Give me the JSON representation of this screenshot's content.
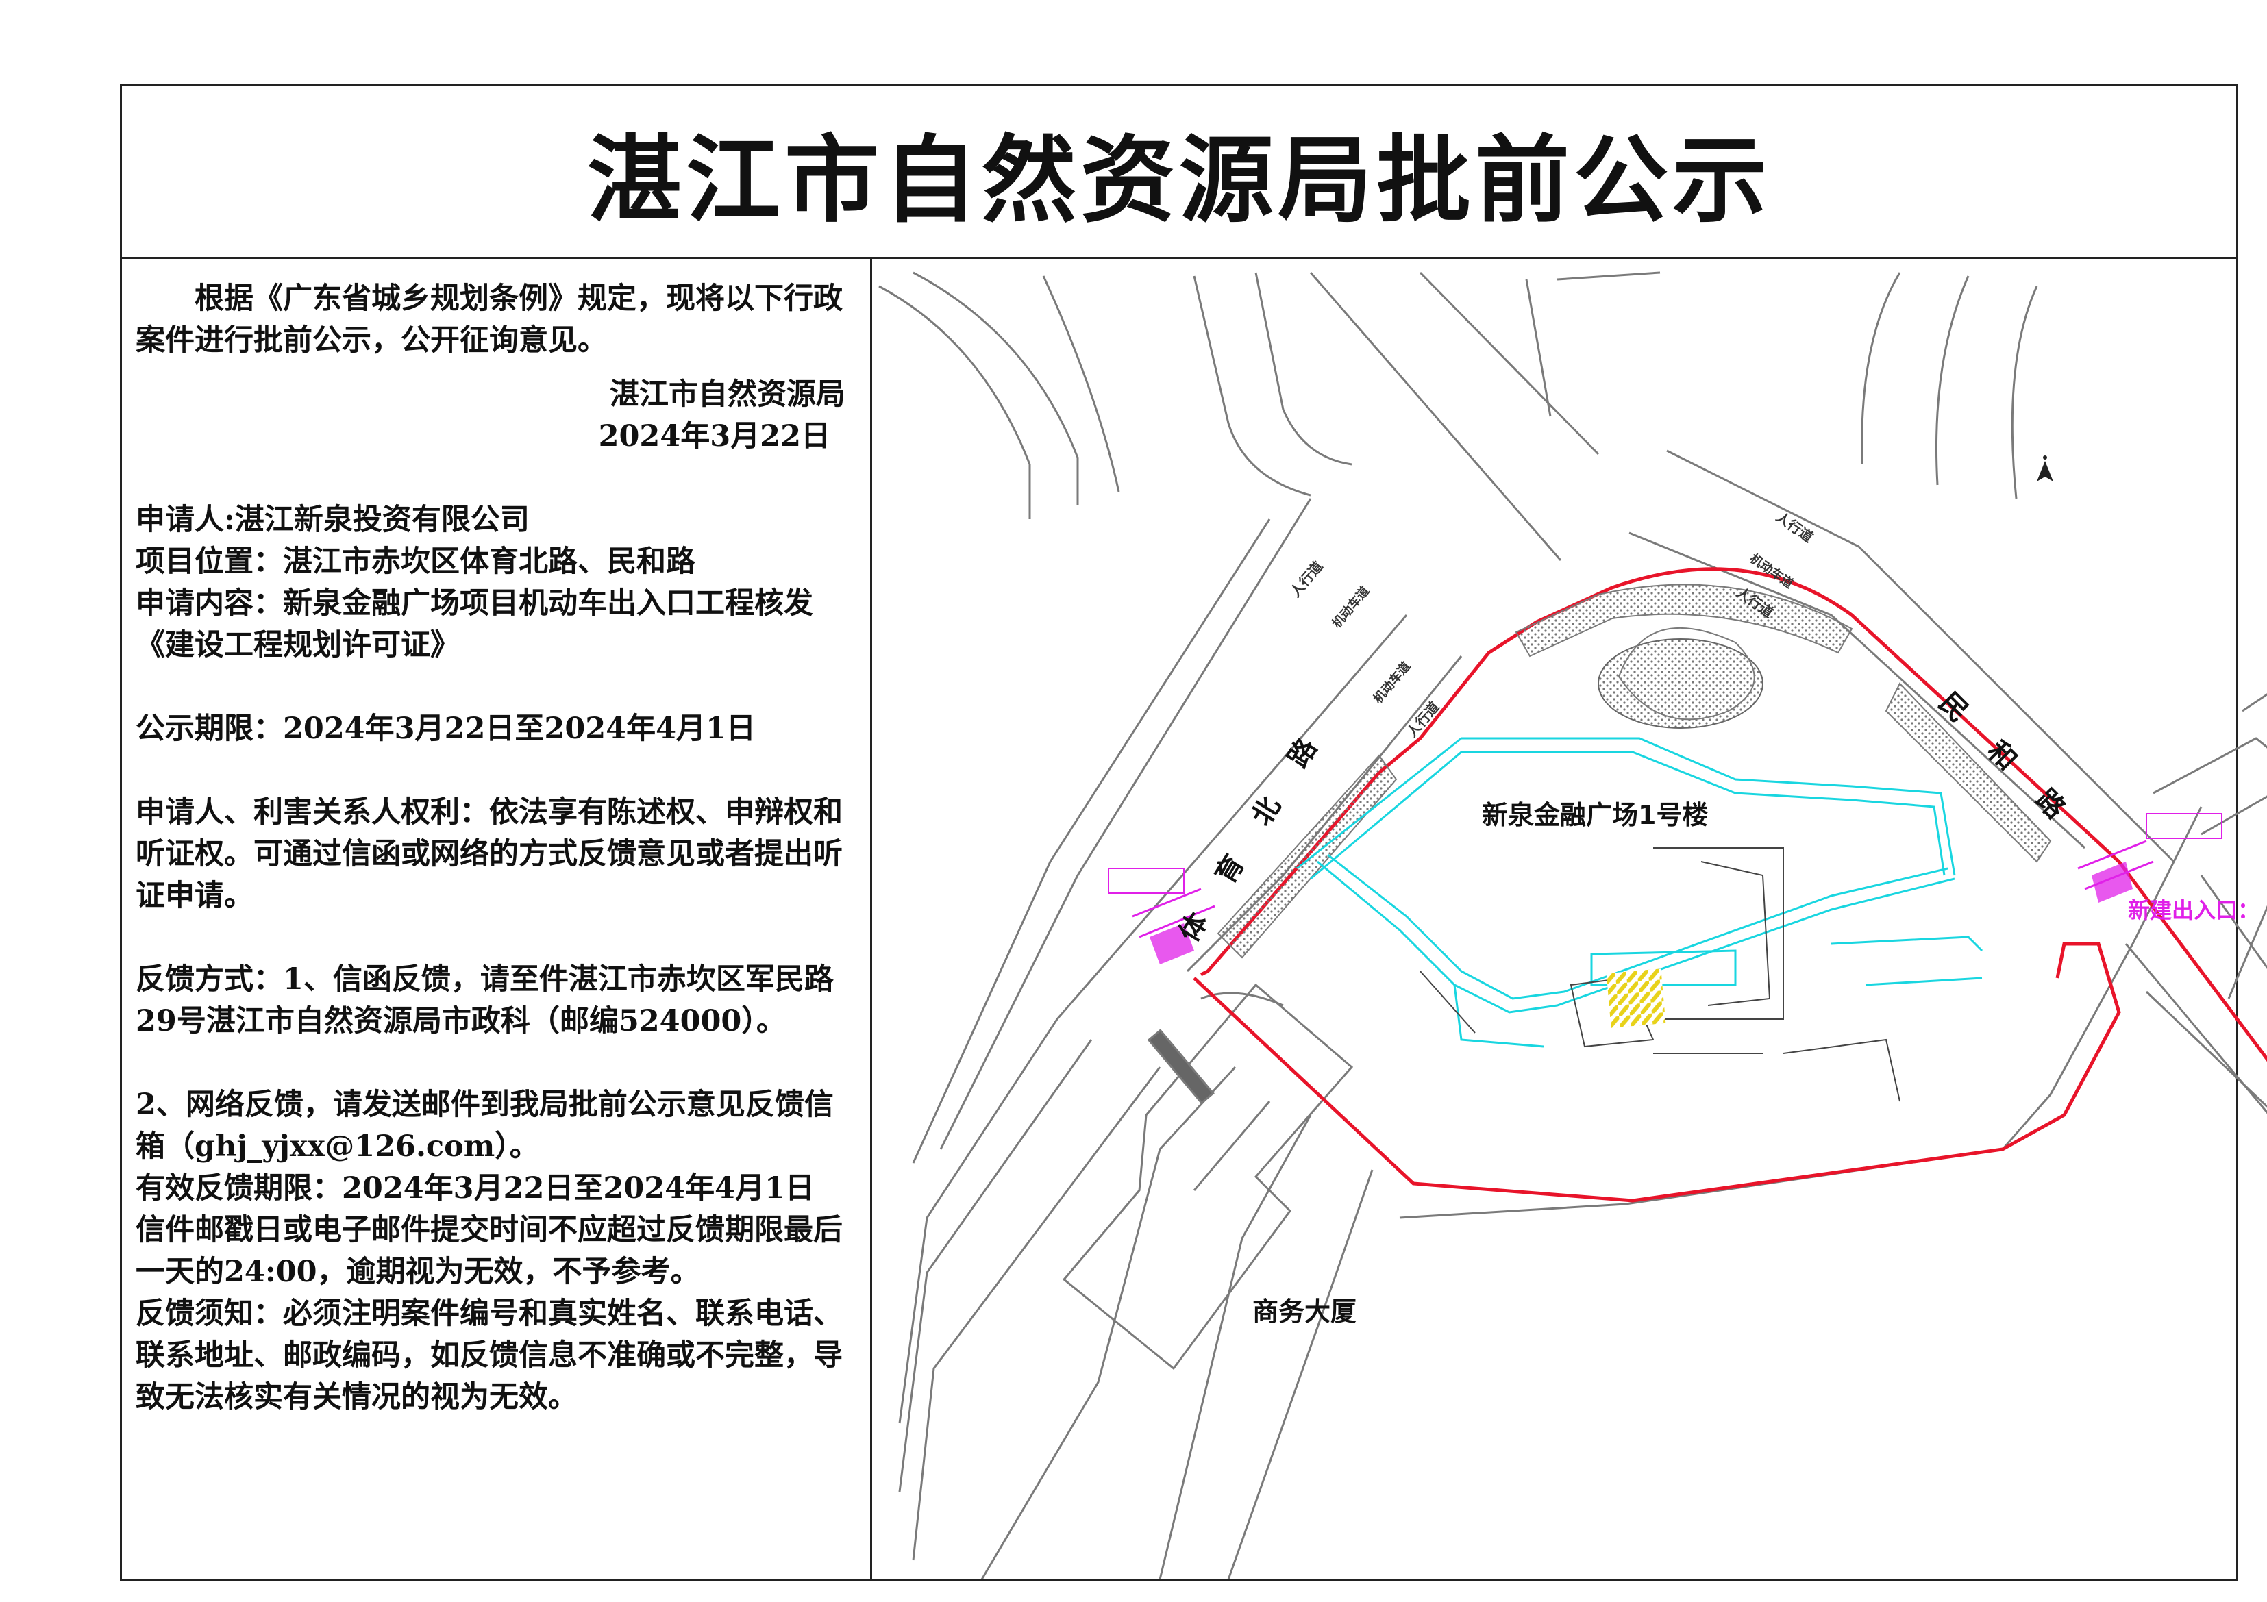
{
  "title": "湛江市自然资源局批前公示",
  "notice": {
    "intro": "根据《广东省城乡规划条例》规定，现将以下行政案件进行批前公示，公开征询意见。",
    "issuer": "湛江市自然资源局",
    "date": "2024年3月22日",
    "applicant": "申请人:湛江新泉投资有限公司",
    "location": "项目位置：湛江市赤坎区体育北路、民和路",
    "content": "申请内容：新泉金融广场项目机动车出入口工程核发《建设工程规划许可证》",
    "period": "公示期限：2024年3月22日至2024年4月1日",
    "rights": "申请人、利害关系人权利：依法享有陈述权、申辩权和听证权。可通过信函或网络的方式反馈意见或者提出听证申请。",
    "feedback_mail": "反馈方式：1、信函反馈，请至件湛江市赤坎区军民路29号湛江市自然资源局市政科（邮编524000）。",
    "feedback_online": "2、网络反馈，请发送邮件到我局批前公示意见反馈信箱（ghj_yjxx@126.com）。",
    "valid_period": "有效反馈期限：2024年3月22日至2024年4月1日",
    "deadline_note": "信件邮戳日或电子邮件提交时间不应超过反馈期限最后一天的24:00，逾期视为无效，不予参考。",
    "requirements": "反馈须知：必须注明案件编号和真实姓名、联系电话、联系地址、邮政编码，如反馈信息不准确或不完整，导致无法核实有关情况的视为无效。"
  },
  "map": {
    "building_main": "新泉金融广场1号楼",
    "building_other": "商务大厦",
    "road_1": "体育北路",
    "road_2": "民和路",
    "sidewalk": "人行道",
    "lane": "机动车道",
    "legend": "新建出入口：",
    "colors": {
      "boundary": "#e8142a",
      "parking": "#19d6e0",
      "entrance": "#e020e8",
      "planting": "#2aa83a",
      "road": "#7a7a7a"
    }
  }
}
